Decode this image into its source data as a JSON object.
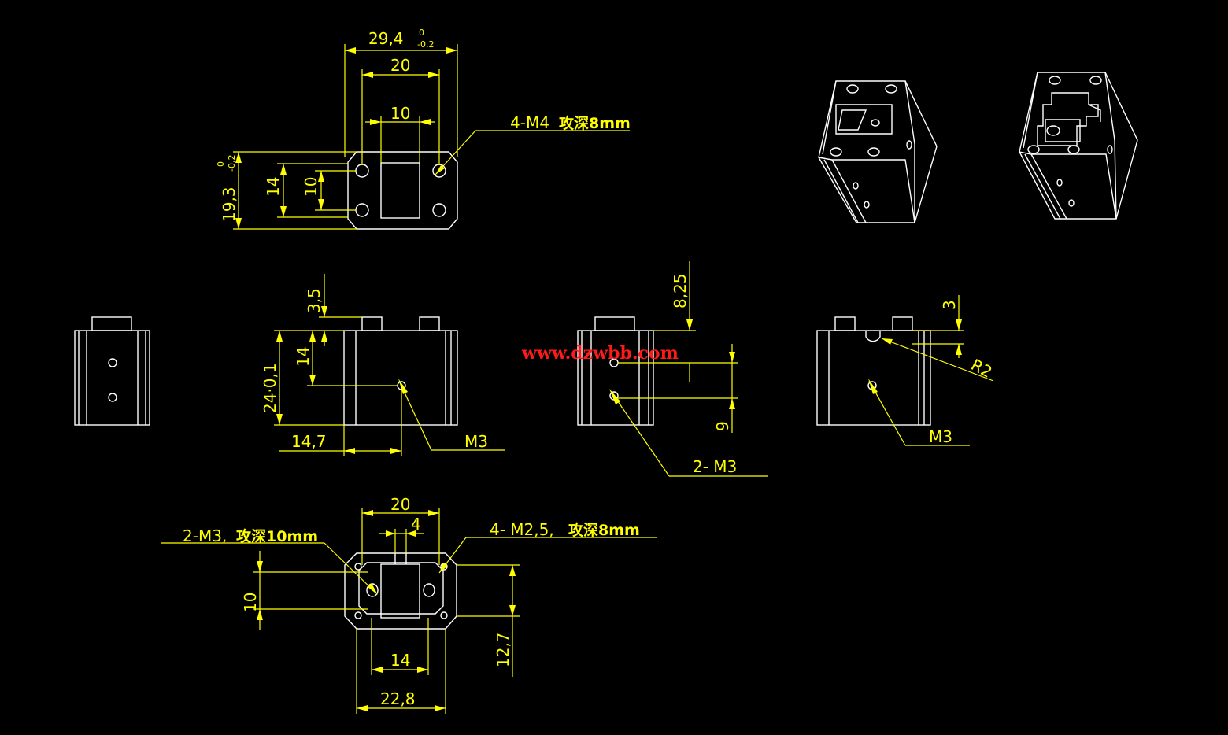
{
  "watermark": "www.dzwbb.com",
  "colors": {
    "background": "#000000",
    "geometry": "#ffffff",
    "dimension": "#ffff00",
    "watermark": "#ff1a1a"
  },
  "top_view": {
    "overall_width": "29,4",
    "width_tol_upper": "0",
    "width_tol_lower": "-0,2",
    "mid_width": "20",
    "slot_width": "10",
    "hole_callout_prefix": "4-M4",
    "hole_callout_suffix": "攻深8mm",
    "overall_height": "19,3",
    "height_tol_upper": "0",
    "height_tol_lower": "-0,2",
    "height_mid": "14",
    "height_inner": "10"
  },
  "front_view": {
    "top_offset": "3,5",
    "height": "24·0,1",
    "upper_height": "14",
    "side_offset": "14,7",
    "hole_callout": "M3"
  },
  "side_view": {
    "top_offset": "8,25",
    "hole_spacing": "9",
    "hole_callout": "2- M3"
  },
  "right_view": {
    "top_offset": "3",
    "radius": "R2",
    "hole_callout": "M3"
  },
  "bottom_view": {
    "mid_width": "20",
    "slot_width": "4",
    "left_callout_prefix": "2-M3,",
    "left_callout_suffix": "攻深10mm",
    "right_callout_prefix": "4- M2,5,",
    "right_callout_suffix": "攻深8mm",
    "left_height": "10",
    "right_height": "12,7",
    "inner_width": "14",
    "overall_width": "22,8"
  }
}
